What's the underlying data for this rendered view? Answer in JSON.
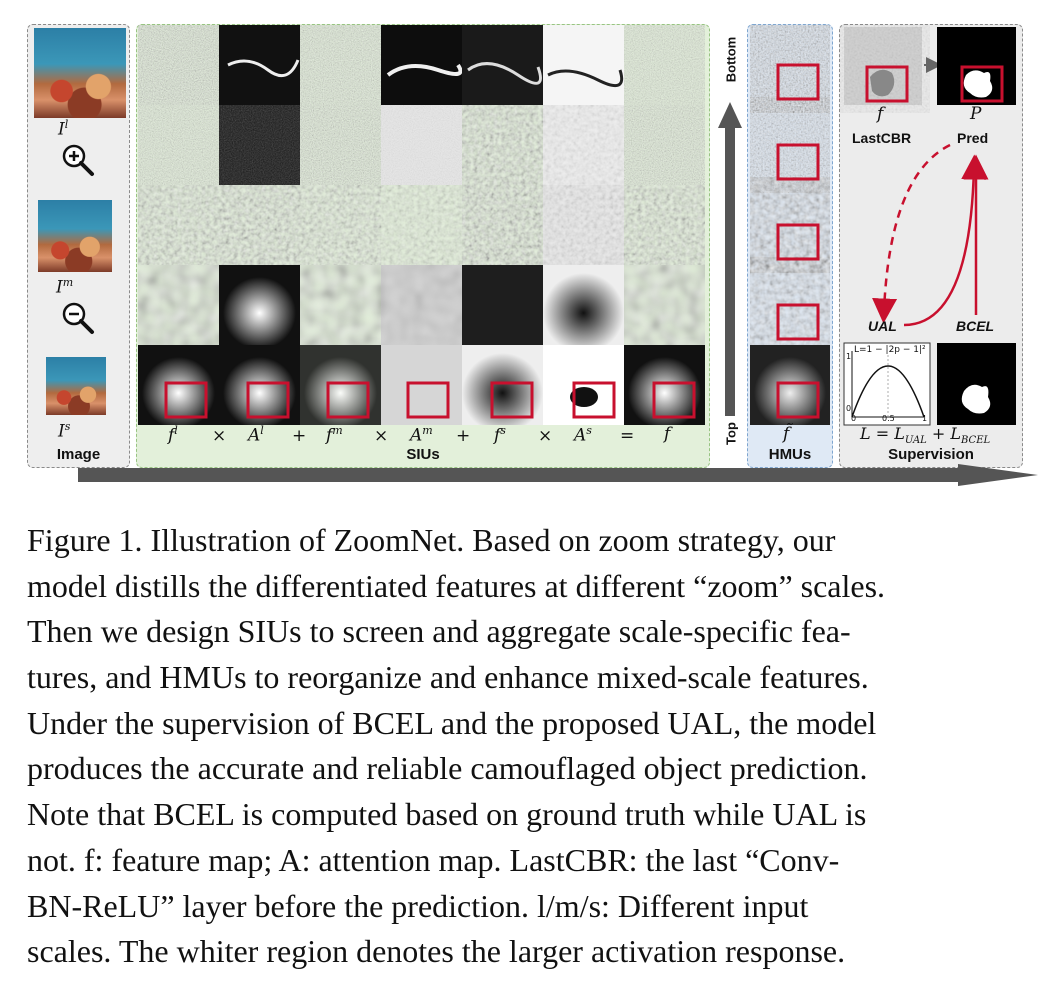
{
  "figure": {
    "panels": {
      "image": "Image",
      "sius": "SIUs",
      "hmus": "HMUs",
      "supervision": "Supervision"
    },
    "image_scales": [
      "I^l",
      "I^m",
      "I^s"
    ],
    "sius_equation": {
      "terms": [
        "f^l",
        "A^l",
        "f^m",
        "A^m",
        "f^s",
        "A^s",
        "f"
      ],
      "ops": [
        "×",
        "+",
        "×",
        "+",
        "×",
        "="
      ]
    },
    "hmus_feature": "f̃",
    "axis": {
      "bottom": "Bottom",
      "top": "Top"
    },
    "supervision": {
      "f_label": "f",
      "p_label": "P",
      "lastcbr": "LastCBR",
      "pred": "Pred",
      "ual": "UAL",
      "bcel": "BCEL",
      "loss_eq": "L = L_UAL + L_BCEL",
      "plot_formula": "L=1 − |2p − 1|²",
      "plot_ticks": {
        "y": [
          "1",
          "0"
        ],
        "x": [
          "0",
          "0.5",
          "1"
        ]
      }
    },
    "colors": {
      "red_box": "#c8102e",
      "sius_bg": "#e3f0da",
      "hmus_bg": "#dfe9f5",
      "gray_bg": "#ececec"
    }
  },
  "caption": {
    "lines": [
      "Figure 1. Illustration of ZoomNet. Based on zoom strategy, our",
      "model distills the differentiated features at different “zoom” scales.",
      "Then we design SIUs to screen and aggregate scale-specific fea-",
      "tures, and HMUs to reorganize and enhance mixed-scale features.",
      "Under the supervision of BCEL and the proposed UAL, the model",
      "produces the accurate and reliable camouflaged object prediction.",
      "Note that BCEL is computed based on ground truth while UAL is",
      "not. f: feature map; A: attention map. LastCBR: the last “Conv-",
      "BN-ReLU” layer before the prediction. l/m/s: Different input",
      "scales. The whiter region denotes the larger activation response."
    ]
  }
}
